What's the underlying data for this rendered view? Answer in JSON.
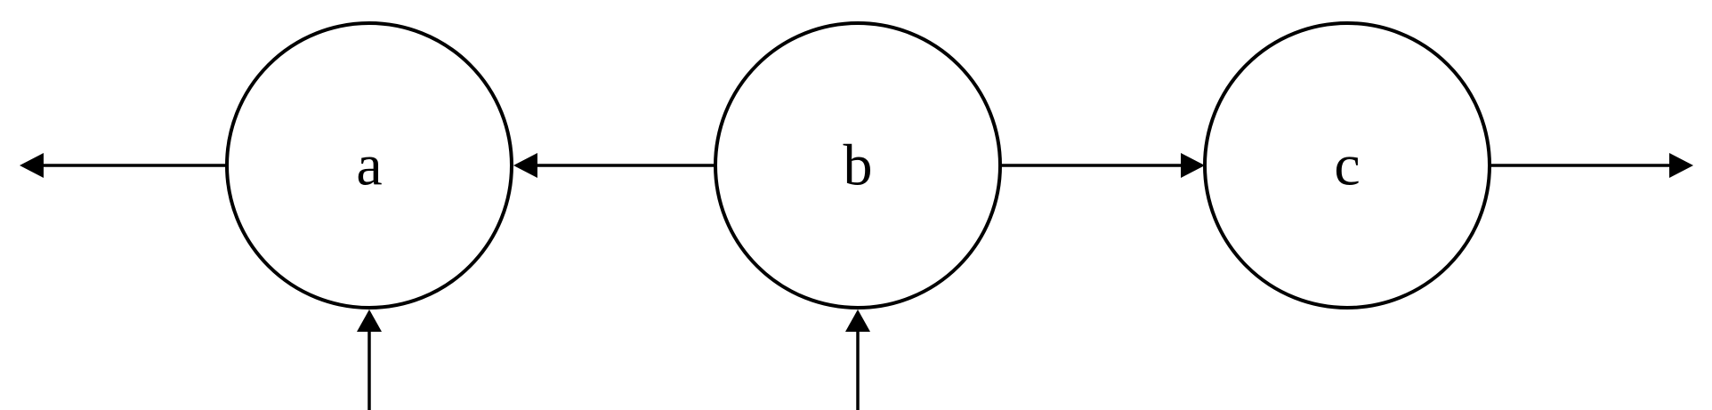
{
  "nodes": [
    {
      "id": "a",
      "label": "a"
    },
    {
      "id": "b",
      "label": "b"
    },
    {
      "id": "c",
      "label": "c"
    }
  ],
  "edges": [
    {
      "from": "a",
      "to": "left-exit"
    },
    {
      "from": "b",
      "to": "a"
    },
    {
      "from": "b",
      "to": "c"
    },
    {
      "from": "c",
      "to": "right-exit"
    },
    {
      "from": "bottom-entry-a",
      "to": "a"
    },
    {
      "from": "bottom-entry-b",
      "to": "b"
    }
  ],
  "colors": {
    "stroke": "#000000",
    "background": "#ffffff"
  }
}
